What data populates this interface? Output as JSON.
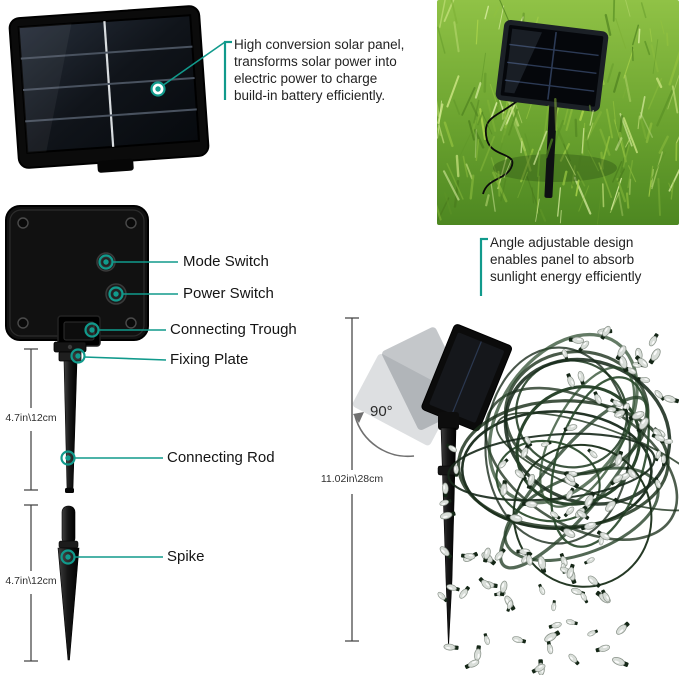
{
  "colors": {
    "accent_teal": "#119a8c",
    "dimension_gray": "#3d3d3d",
    "grass_green": "#6ba32f",
    "wire_green": "#1d321d",
    "panel_black": "#0b0b0b"
  },
  "notes": {
    "solar_panel": "High conversion solar panel, transforms solar power into electric power to charge build-in battery efficiently.",
    "angle": "Angle adjustable design enables panel to absorb sunlight energy efficiently"
  },
  "callouts": {
    "mode_switch": "Mode Switch",
    "power_switch": "Power Switch",
    "connecting_trough": "Connecting Trough",
    "fixing_plate": "Fixing Plate",
    "connecting_rod": "Connecting Rod",
    "spike": "Spike"
  },
  "measurements": {
    "connecting_rod_length": "4.7in\\12cm",
    "spike_length": "4.7in\\12cm",
    "assembled_height": "11.02in\\28cm",
    "rotation_angle": "90°"
  }
}
